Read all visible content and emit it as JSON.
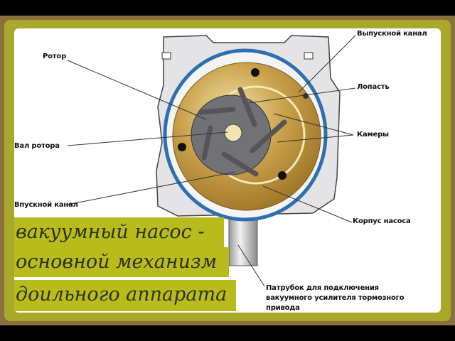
{
  "labels": {
    "rotor": "Ротор",
    "rotor_shaft": "Вал ротора",
    "inlet": "Впускной канал",
    "outlet": "Выпускной канал",
    "vane": "Лопасть",
    "chambers": "Камеры",
    "housing": "Корпус насоса",
    "pipe_line1": "Патрубок для подключения",
    "pipe_line2": "вакуумного усилителя тормозного",
    "pipe_line3": "привода"
  },
  "caption": {
    "line1": "вакуумный насос  -",
    "line2": "основной механизм",
    "line3": "доильного аппарата"
  },
  "colors": {
    "highlight": "#b8bb1c",
    "border": "#a8a82a",
    "ring": "#2f6fb0",
    "disk": "#c9a24a"
  }
}
